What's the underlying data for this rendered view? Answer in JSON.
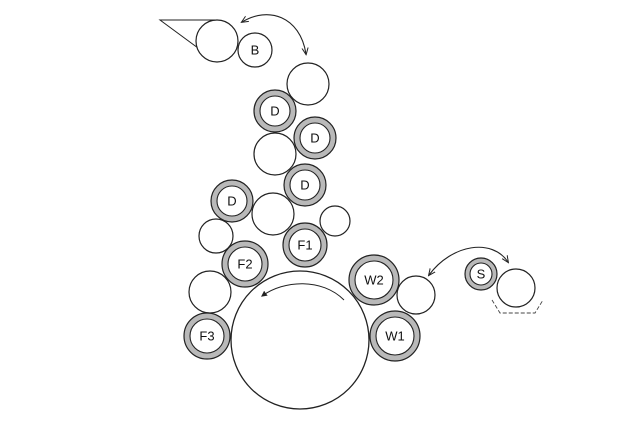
{
  "labels": {
    "b": "B",
    "d1": "D",
    "d2": "D",
    "d3": "D",
    "d4": "D",
    "f1": "F1",
    "f2": "F2",
    "f3": "F3",
    "w1": "W1",
    "w2": "W2",
    "s": "S"
  },
  "colors": {
    "ring_fill": "#b9b9b9",
    "stroke": "#222222",
    "background": "#ffffff"
  }
}
